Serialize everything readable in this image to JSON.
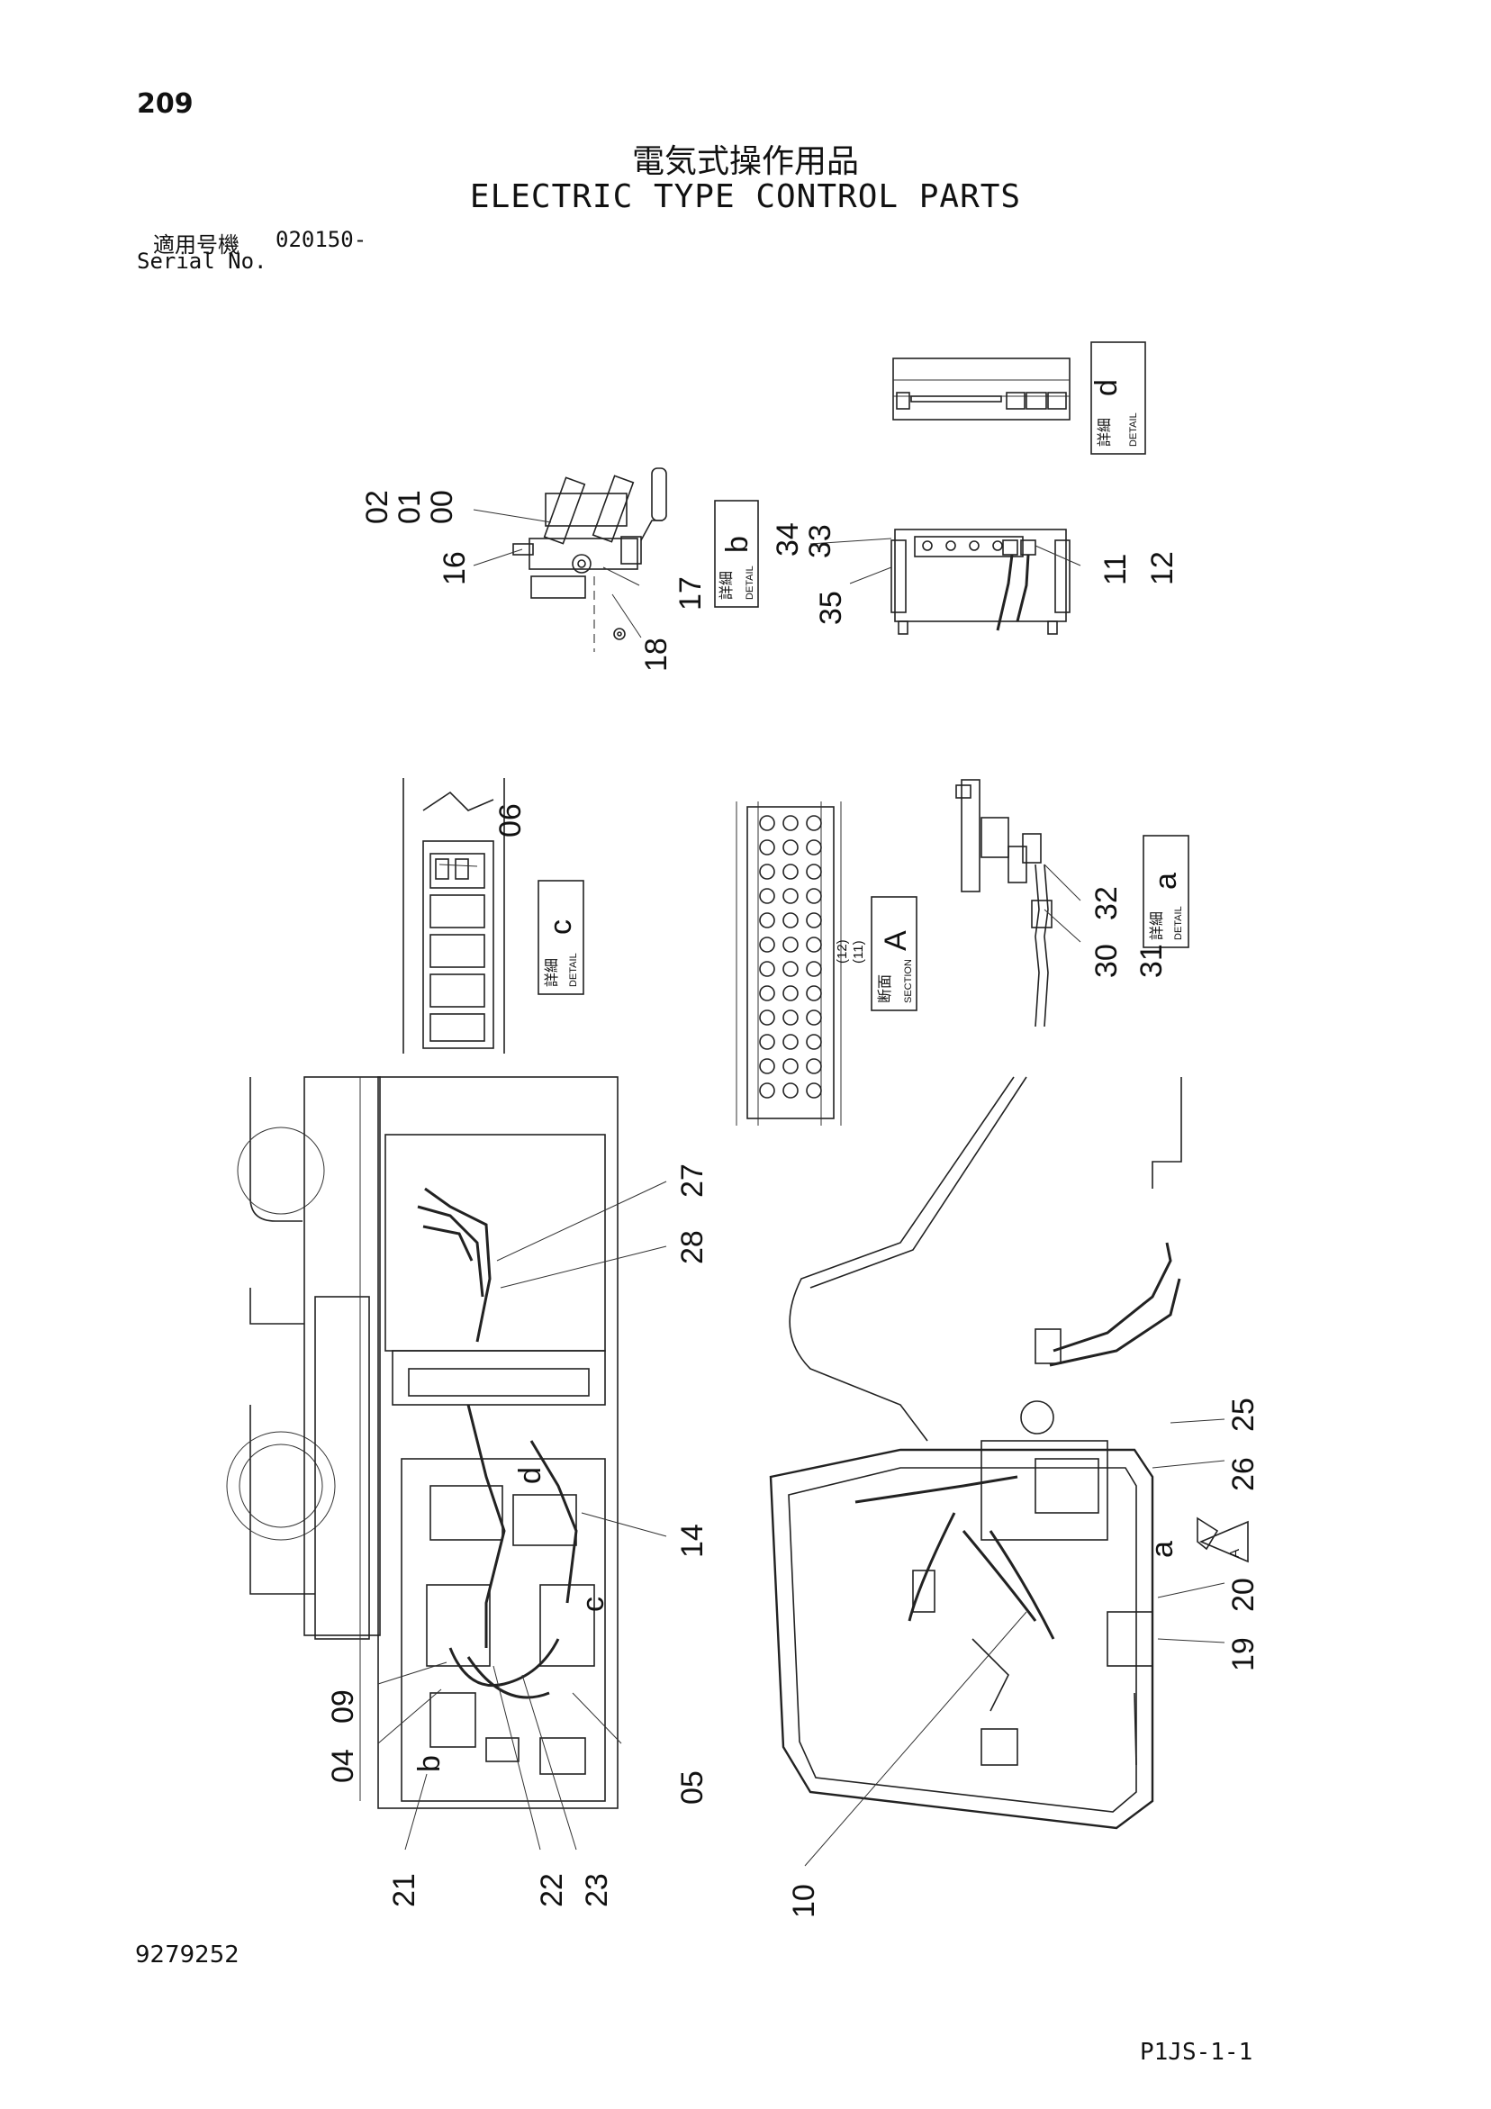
{
  "header": {
    "page_number": "209",
    "title_jp": "電気式操作用品",
    "title_en": "ELECTRIC TYPE CONTROL PARTS",
    "serial_label_jp": "適用号機",
    "serial_value": "020150-",
    "serial_label_en": "Serial No."
  },
  "detail_boxes": {
    "a": {
      "jp": "詳細",
      "en": "DETAIL",
      "letter": "a"
    },
    "b": {
      "jp": "詳細",
      "en": "DETAIL",
      "letter": "b"
    },
    "c": {
      "jp": "詳細",
      "en": "DETAIL",
      "letter": "c"
    },
    "d": {
      "jp": "詳細",
      "en": "DETAIL",
      "letter": "d"
    },
    "A": {
      "jp": "断面",
      "en": "SECTION",
      "letter": "A"
    }
  },
  "section_refs": [
    "(12)",
    "(11)"
  ],
  "callouts": {
    "p00": "00",
    "p01": "01",
    "p02": "02",
    "p04": "04",
    "p05": "05",
    "p06": "06",
    "p09": "09",
    "p10": "10",
    "p11": "11",
    "p12": "12",
    "p14": "14",
    "p16": "16",
    "p17": "17",
    "p18": "18",
    "p19": "19",
    "p20": "20",
    "p21": "21",
    "p22": "22",
    "p23": "23",
    "p25": "25",
    "p26": "26",
    "p27": "27",
    "p28": "28",
    "p30": "30",
    "p31": "31",
    "p32": "32",
    "p33": "33",
    "p34": "34",
    "p35": "35"
  },
  "view_markers": {
    "a": "a",
    "b": "b",
    "c": "c",
    "d": "d",
    "A": "A"
  },
  "footer": {
    "doc_number": "9279252",
    "page_code": "P1JS-1-1"
  }
}
